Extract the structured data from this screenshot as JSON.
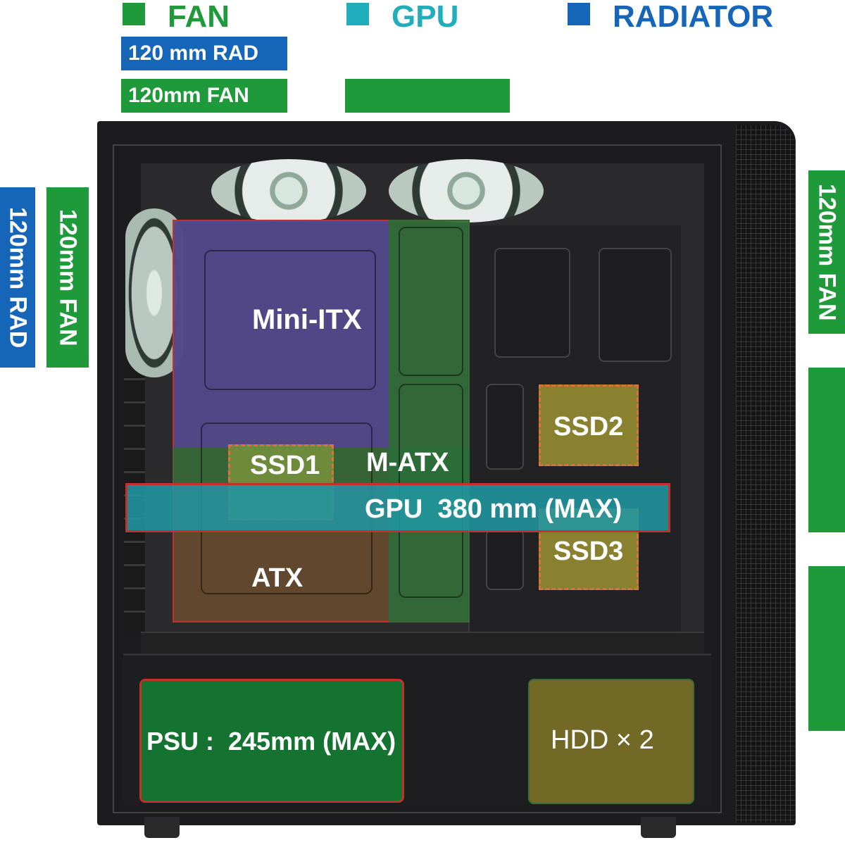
{
  "legend": {
    "fan": {
      "label": "FAN",
      "color": "#1e9a3a"
    },
    "gpu": {
      "label": "GPU",
      "color": "#20aebc"
    },
    "radiator": {
      "label": "RADIATOR",
      "color": "#1566b8"
    }
  },
  "top_tags": {
    "rad": "120 mm RAD",
    "fan": "120mm FAN"
  },
  "left_tags": {
    "rad": "120mm RAD",
    "fan": "120mm FAN"
  },
  "right_tags": {
    "fan": "120mm FAN"
  },
  "zones": {
    "mini_itx": "Mini-ITX",
    "m_atx": "M-ATX",
    "atx": "ATX",
    "ssd1": "SSD1",
    "ssd2": "SSD2",
    "ssd3": "SSD3",
    "gpu": "GPU  380 mm (MAX)",
    "psu": "PSU :  245mm (MAX)",
    "hdd": "HDD × 2"
  },
  "icons": {
    "fan": "fan-icon",
    "case": "pc-case-icon"
  }
}
